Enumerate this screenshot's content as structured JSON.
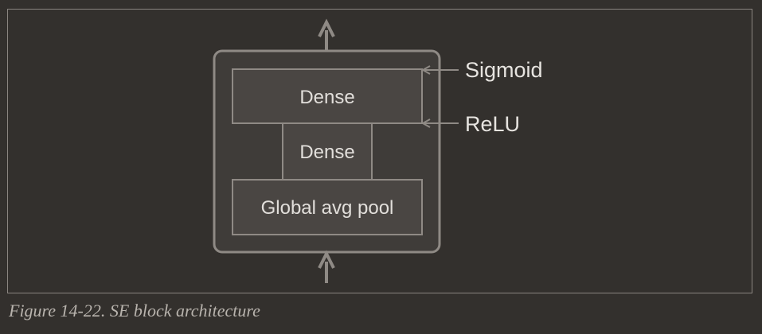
{
  "diagram": {
    "top_dense_label": "Dense",
    "middle_dense_label": "Dense",
    "pool_label": "Global avg pool",
    "sigmoid_label": "Sigmoid",
    "relu_label": "ReLU"
  },
  "caption": "Figure 14-22. SE block architecture",
  "colors": {
    "background": "#33302d",
    "box_fill": "#4a4643",
    "stroke": "#8f8a85",
    "text": "#e2dfdb"
  }
}
